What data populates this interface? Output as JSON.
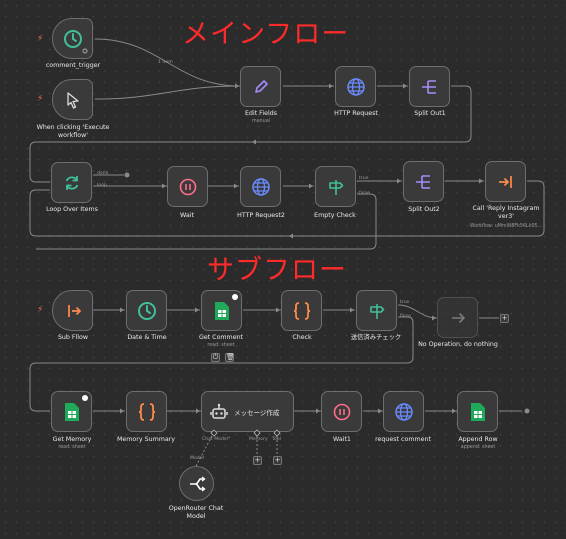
{
  "headings": {
    "main_flow": "メインフロー",
    "sub_flow": "サブフロー"
  },
  "colors": {
    "background": "#2b2b2b",
    "node_fill": "#3a3a3a",
    "node_border": "#6e6e6e",
    "heading_red": "#ff2a2a",
    "trigger_bolt": "#ff6d4a",
    "teal": "#3fbf9a",
    "purple": "#a78bfa",
    "blue": "#6a8bff",
    "orange": "#ff8a4c",
    "sheet_green": "#1faa59",
    "pink": "#ff6d8a"
  },
  "main_flow": {
    "comment_trigger": {
      "label": "comment_trigger",
      "icon": "clock-icon"
    },
    "manual_trigger": {
      "label": "When clicking 'Execute workflow'",
      "icon": "cursor-icon"
    },
    "edit_fields": {
      "label": "Edit Fields",
      "sublabel": "manual",
      "icon": "pencil-icon"
    },
    "http_request": {
      "label": "HTTP Request",
      "icon": "globe-icon"
    },
    "split_out1": {
      "label": "Split Out1",
      "icon": "split-icon"
    },
    "loop_over_items": {
      "label": "Loop Over Items",
      "icon": "loop-icon",
      "ports": [
        "done",
        "loop"
      ]
    },
    "wait": {
      "label": "Wait",
      "icon": "pause-icon"
    },
    "http_request2": {
      "label": "HTTP Request2",
      "icon": "globe-icon"
    },
    "empty_check": {
      "label": "Empty Check",
      "icon": "signpost-icon",
      "ports": [
        "true",
        "false"
      ]
    },
    "split_out2": {
      "label": "Split Out2",
      "icon": "split-icon"
    },
    "call_reply": {
      "label": "Call 'Reply Instagram ver3'",
      "sublabel": "Workflow: uMmW8Fk56Lk05...",
      "icon": "exit-icon"
    },
    "wire_label": "1 item"
  },
  "sub_flow": {
    "sub_flow": {
      "label": "Sub Fllow",
      "icon": "enter-icon"
    },
    "date_time": {
      "label": "Date & Time",
      "icon": "clock-icon"
    },
    "get_comment": {
      "label": "Get Comment",
      "sublabel": "read: sheet",
      "icon": "sheet-icon"
    },
    "check": {
      "label": "Check",
      "icon": "braces-icon"
    },
    "sent_check": {
      "label": "送信済みチェック",
      "icon": "signpost-icon",
      "ports": [
        "true",
        "false"
      ]
    },
    "no_op": {
      "label": "No Operation, do nothing",
      "icon": "arrow-right-icon"
    },
    "get_memory": {
      "label": "Get Memory",
      "sublabel": "read: sheet",
      "icon": "sheet-icon"
    },
    "memory_summary": {
      "label": "Memory Summary",
      "icon": "braces-icon"
    },
    "message_create": {
      "label": "メッセージ作成",
      "icon": "robot-icon",
      "ports": [
        "Chat Model*",
        "Memory",
        "Tool"
      ]
    },
    "wait1": {
      "label": "Wait1",
      "icon": "pause-icon"
    },
    "request_comment": {
      "label": "request comment",
      "icon": "globe-icon"
    },
    "append_row": {
      "label": "Append Row",
      "sublabel": "append: sheet",
      "icon": "sheet-icon"
    },
    "openrouter": {
      "label": "OpenRouter Chat Model",
      "port": "Model",
      "icon": "openrouter-icon"
    }
  },
  "controls": {
    "plus": "+"
  }
}
